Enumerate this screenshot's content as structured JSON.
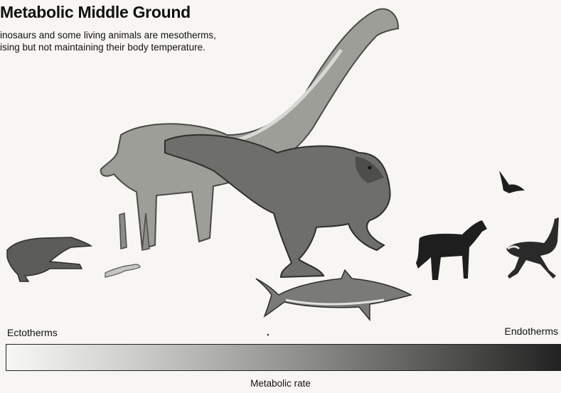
{
  "header": {
    "title": "Metabolic Middle Ground",
    "subtitle_line1": "inosaurs and some living animals are mesotherms,",
    "subtitle_line2": "ising but not maintaining their body temperature."
  },
  "animals": [
    {
      "name": "crocodile-icon"
    },
    {
      "name": "lizard-icon"
    },
    {
      "name": "sauropod-icon"
    },
    {
      "name": "tyrannosaur-icon"
    },
    {
      "name": "shark-icon"
    },
    {
      "name": "horse-icon"
    },
    {
      "name": "bird-icon"
    },
    {
      "name": "ostrich-icon"
    }
  ],
  "scale": {
    "left_label": "Ectotherms",
    "right_label": "Endotherms",
    "axis_title": "Metabolic rate",
    "colors": {
      "low": "#f7f7f5",
      "high": "#222222"
    }
  }
}
